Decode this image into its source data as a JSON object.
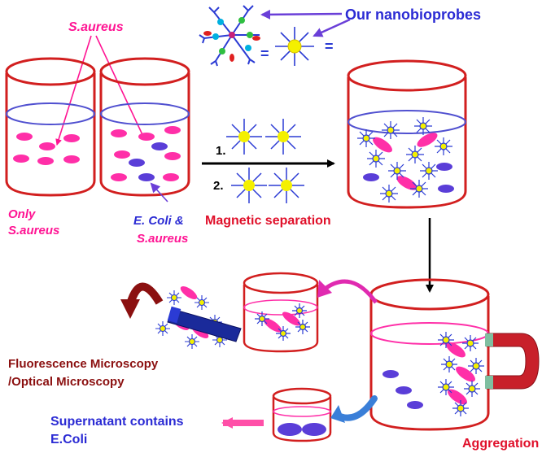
{
  "labels": {
    "s_aureus_top": "S.aureus",
    "our_nanobioprobes": "Our nanobioprobes",
    "equals_1": "=",
    "equals_2": "=",
    "only": "Only",
    "only_s_aureus": "S.aureus",
    "e_coli_and": "E. Coli &",
    "e_coli_and_s_aureus": "S.aureus",
    "step_1": "1.",
    "step_2": "2.",
    "magnetic_separation": "Magnetic separation",
    "fluorescence_line1": "Fluorescence Microscopy",
    "fluorescence_line2": "/Optical Microscopy",
    "supernatant_line1": "Supernatant contains",
    "supernatant_line2": "E.Coli",
    "aggregation": "Aggregation"
  },
  "colors": {
    "beaker_outline": "#d21f1f",
    "liquid_line": "#5050d0",
    "s_aureus": "#ff2fa8",
    "e_coli": "#5a3ed8",
    "label_magenta": "#ff1493",
    "label_blue": "#2b2bd4",
    "label_red": "#e0102a",
    "label_dark_red": "#8b1010",
    "magnet": "#c8202a",
    "nanoprobe_core": "#f4f000",
    "antibody": "#2b3bd4"
  }
}
